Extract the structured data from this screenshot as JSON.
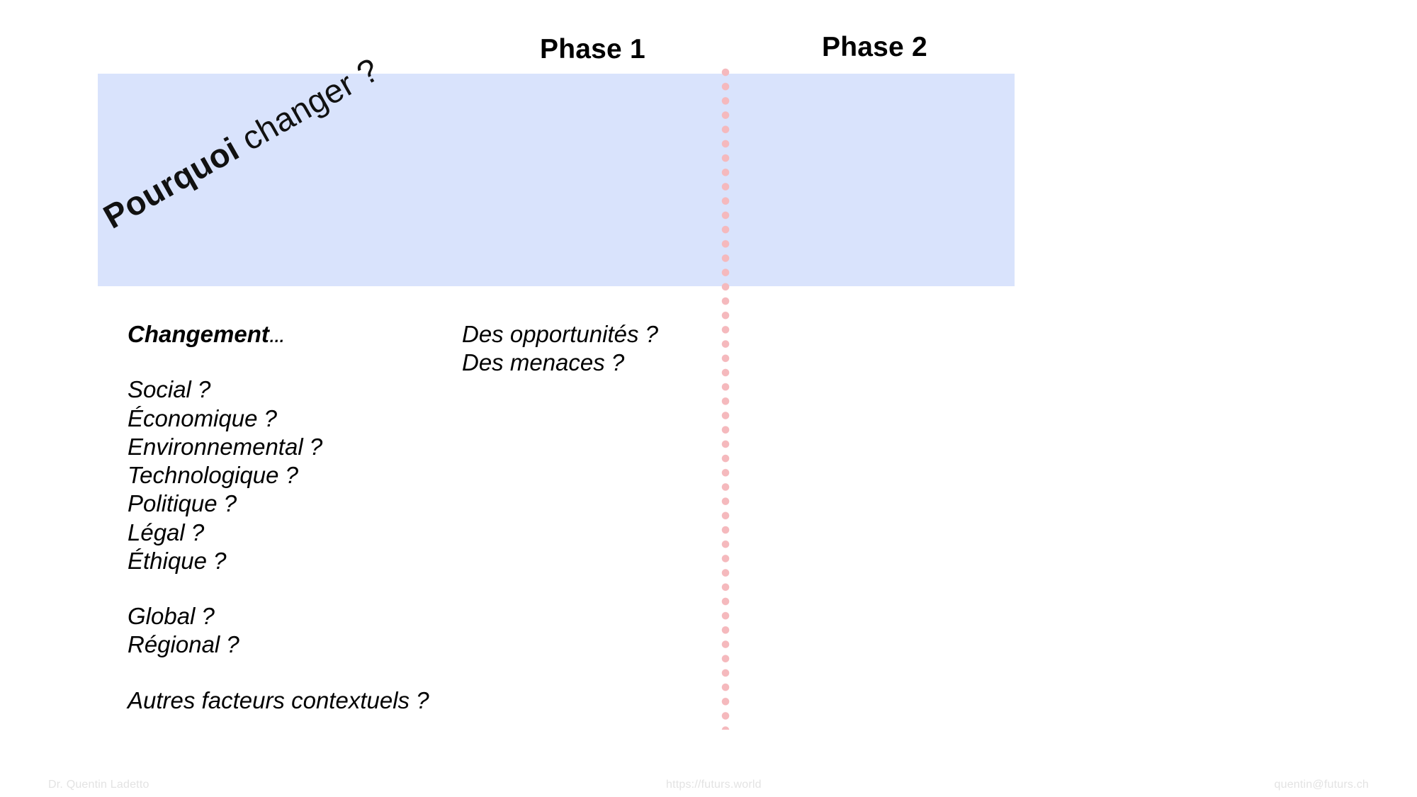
{
  "slide": {
    "background_color": "#ffffff",
    "band_color": "#d9e3fc",
    "dot_color": "#f5b9bd",
    "text_color": "#000000",
    "footer_color": "#e3e3e3"
  },
  "phases": {
    "phase_1": "Phase 1",
    "phase_2": "Phase 2"
  },
  "headline": {
    "strong": "Pourquoi",
    "light": " changer ?",
    "rotation_degrees": "-29.5"
  },
  "left_column": {
    "heading": "Changement",
    "heading_ellipsis": "…",
    "items_group_1": [
      "Social ?",
      "Économique ?",
      "Environnemental ?",
      "Technologique ?",
      "Politique ?",
      "Légal ?",
      "Éthique ?"
    ],
    "items_group_2": [
      "Global ?",
      "Régional ?"
    ],
    "items_group_3": [
      "Autres facteurs contextuels ?"
    ]
  },
  "middle_column": {
    "items": [
      "Des opportunités ?",
      "Des menaces ?"
    ]
  },
  "footer": {
    "left": "Dr. Quentin Ladetto",
    "center": "https://futurs.world",
    "right": "quentin@futurs.ch"
  }
}
